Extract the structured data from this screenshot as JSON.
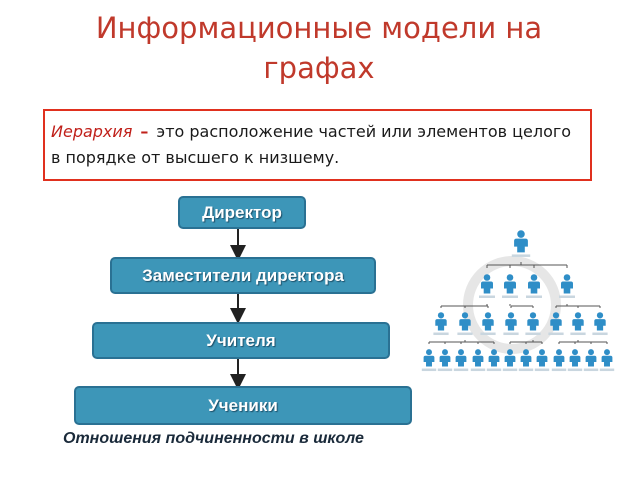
{
  "slide": {
    "title_line1": "Информационные модели на",
    "title_line2": "графах",
    "definition": {
      "term": "Иерархия",
      "dash": "–",
      "text": "это расположение частей или элементов целого в порядке от высшего к низшему."
    },
    "caption": "Отношения подчиненности в школе"
  },
  "hierarchy": {
    "nodes": [
      "Директор",
      "Заместители директора",
      "Учителя",
      "Ученики"
    ]
  },
  "colors": {
    "title": "#c0392b",
    "accent_red": "#e0301e",
    "node_fill": "#3d96b8",
    "node_border": "#2a7193",
    "person_blue": "#2f8ec7"
  },
  "org_chart_illustration": {
    "levels": [
      1,
      4,
      8,
      12
    ]
  }
}
